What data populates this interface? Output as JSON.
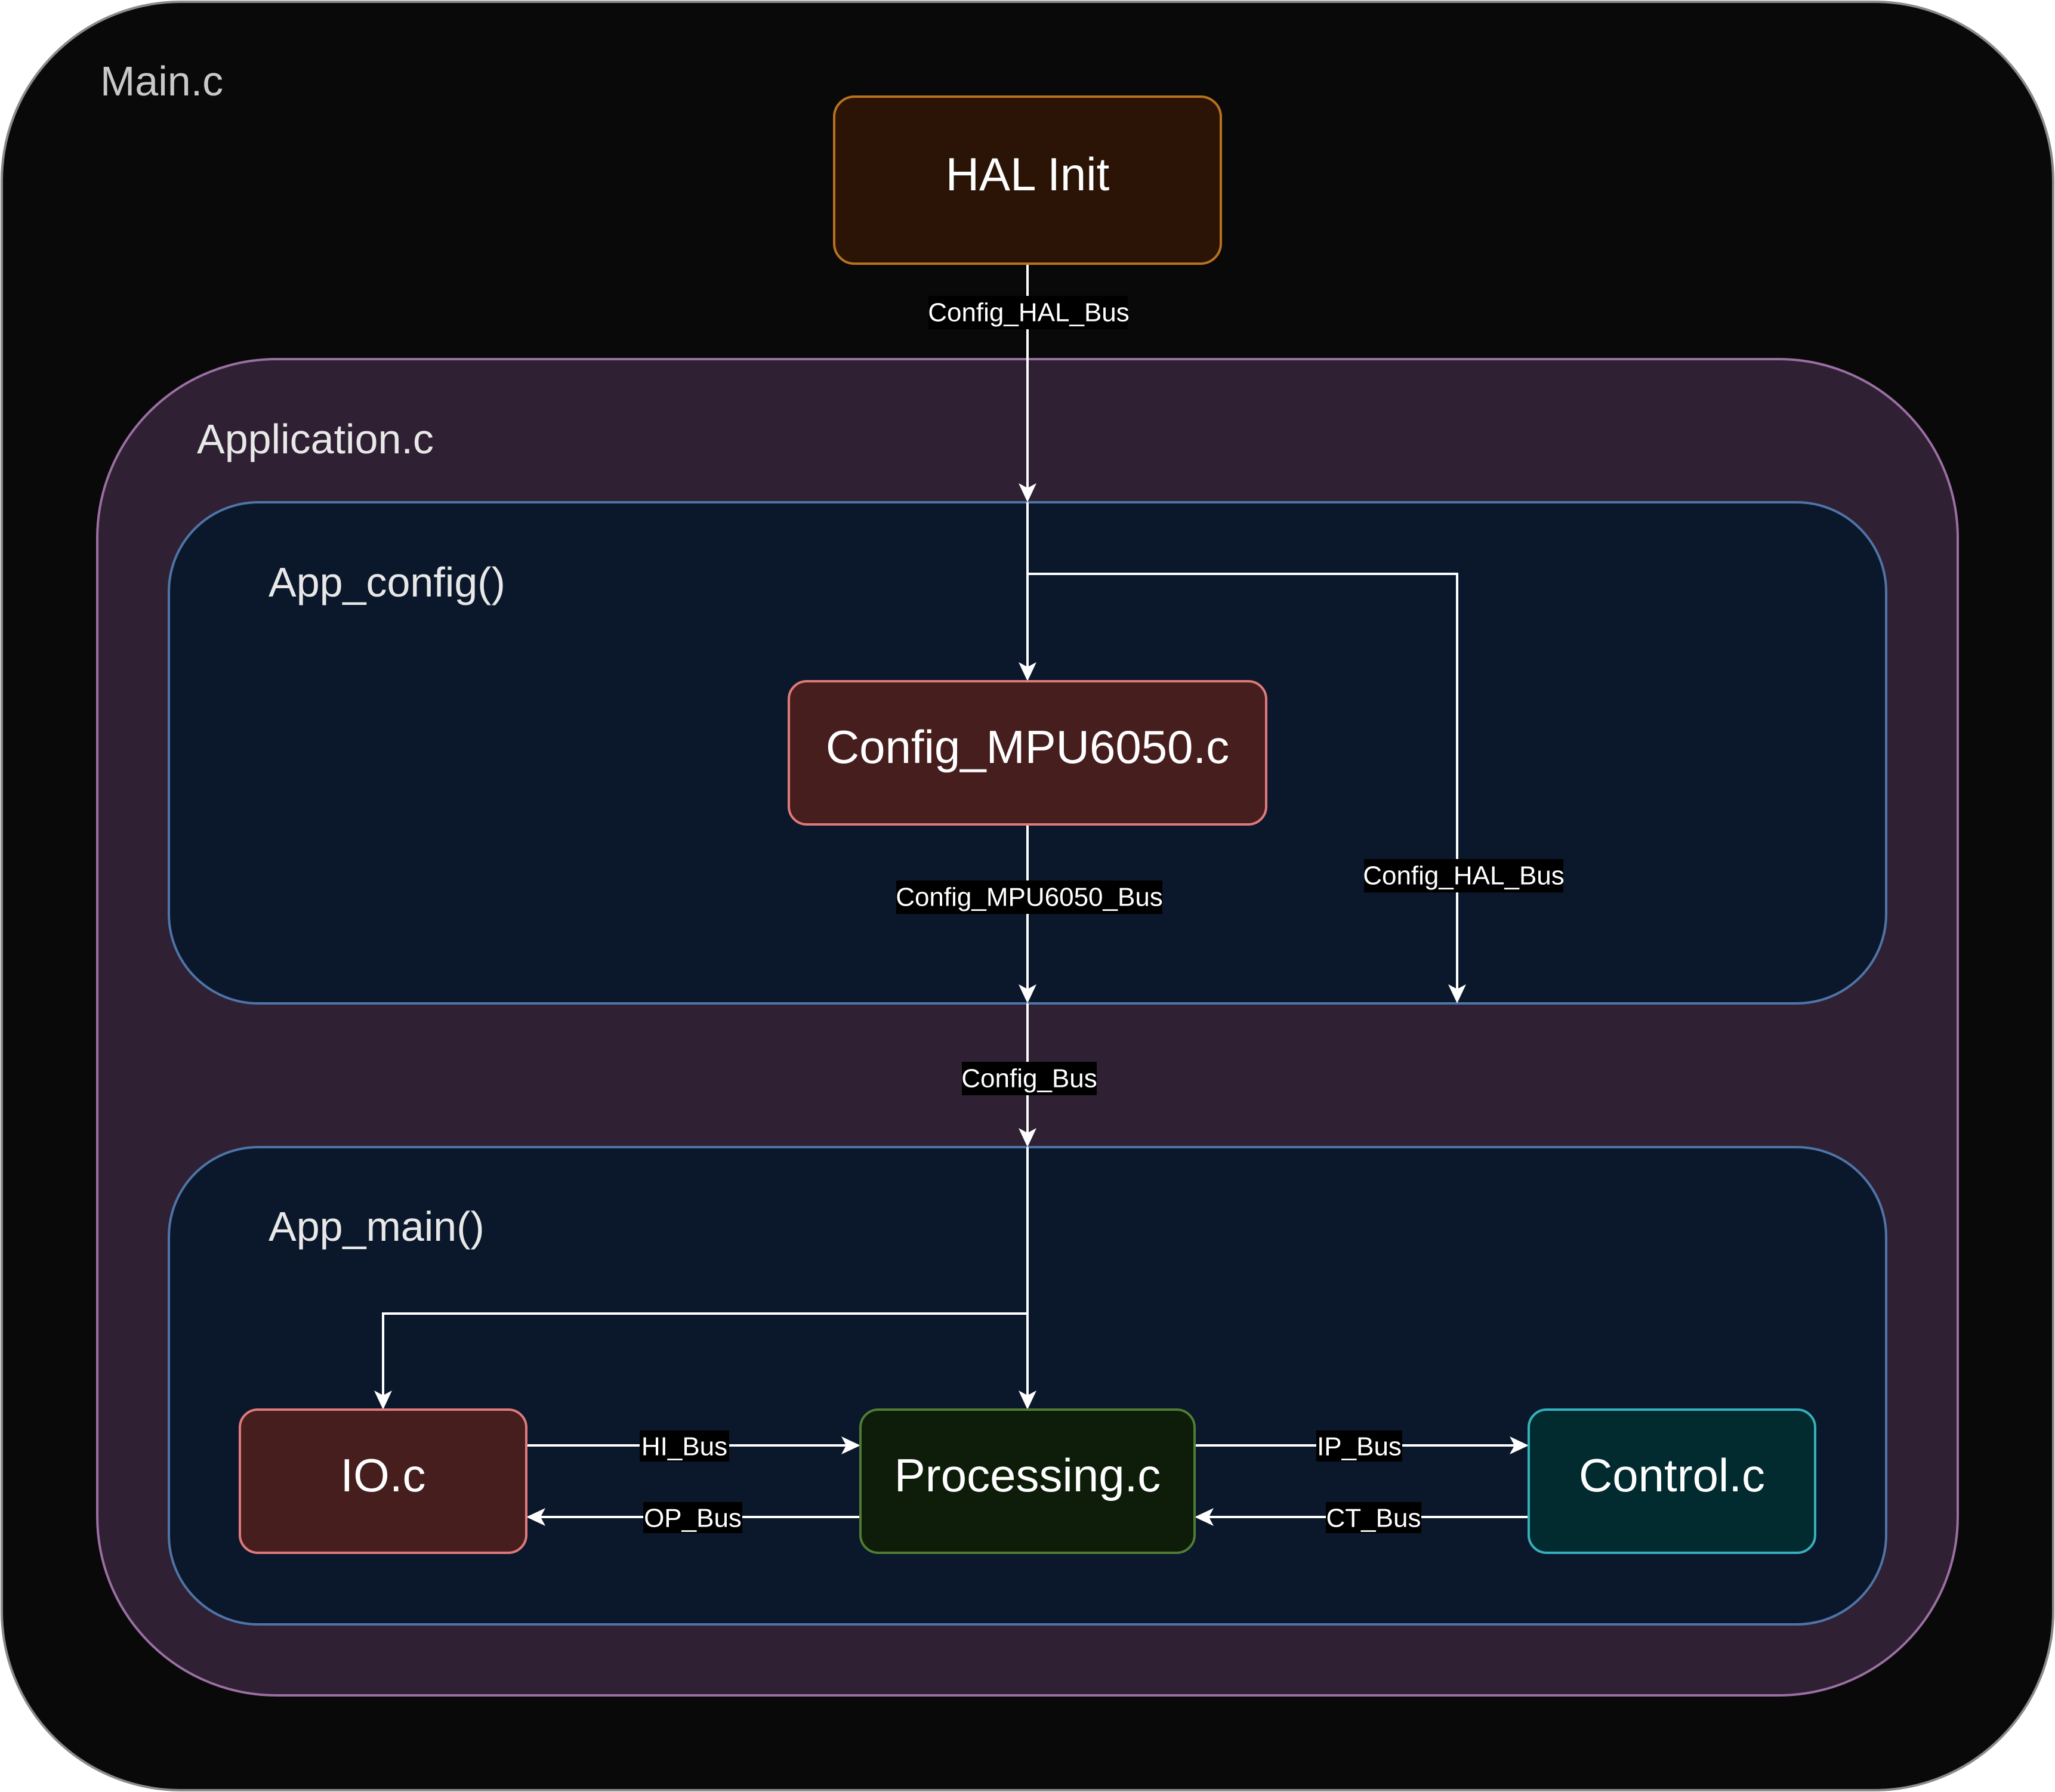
{
  "containers": {
    "main": {
      "title": "Main.c"
    },
    "application": {
      "title": "Application.c"
    },
    "app_config": {
      "title": "App_config()"
    },
    "app_main": {
      "title": "App_main()"
    }
  },
  "nodes": {
    "hal_init": {
      "label": "HAL Init"
    },
    "config_mpu": {
      "label": "Config_MPU6050.c"
    },
    "io": {
      "label": "IO.c"
    },
    "processing": {
      "label": "Processing.c"
    },
    "control": {
      "label": "Control.c"
    }
  },
  "edges": {
    "config_hal_bus_top": "Config_HAL_Bus",
    "config_hal_bus_side": "Config_HAL_Bus",
    "config_mpu6050_bus": "Config_MPU6050_Bus",
    "config_bus": "Config_Bus",
    "hi_bus": "HI_Bus",
    "op_bus": "OP_Bus",
    "ip_bus": "IP_Bus",
    "ct_bus": "CT_Bus"
  },
  "colors": {
    "main_fill": "#090909",
    "main_stroke": "#8a8a8a",
    "application_fill": "#2f2133",
    "application_stroke": "#9b6fa3",
    "inner_fill": "#0b182b",
    "inner_stroke": "#4f74a8",
    "hal_fill": "#2b1405",
    "hal_stroke": "#b8721f",
    "mpu_fill": "#471e1e",
    "mpu_stroke": "#e07a7a",
    "io_fill": "#471e1e",
    "io_stroke": "#e07a7a",
    "processing_fill": "#0e1c0a",
    "processing_stroke": "#4e7d33",
    "control_fill": "#012b2f",
    "control_stroke": "#35b1bd"
  }
}
